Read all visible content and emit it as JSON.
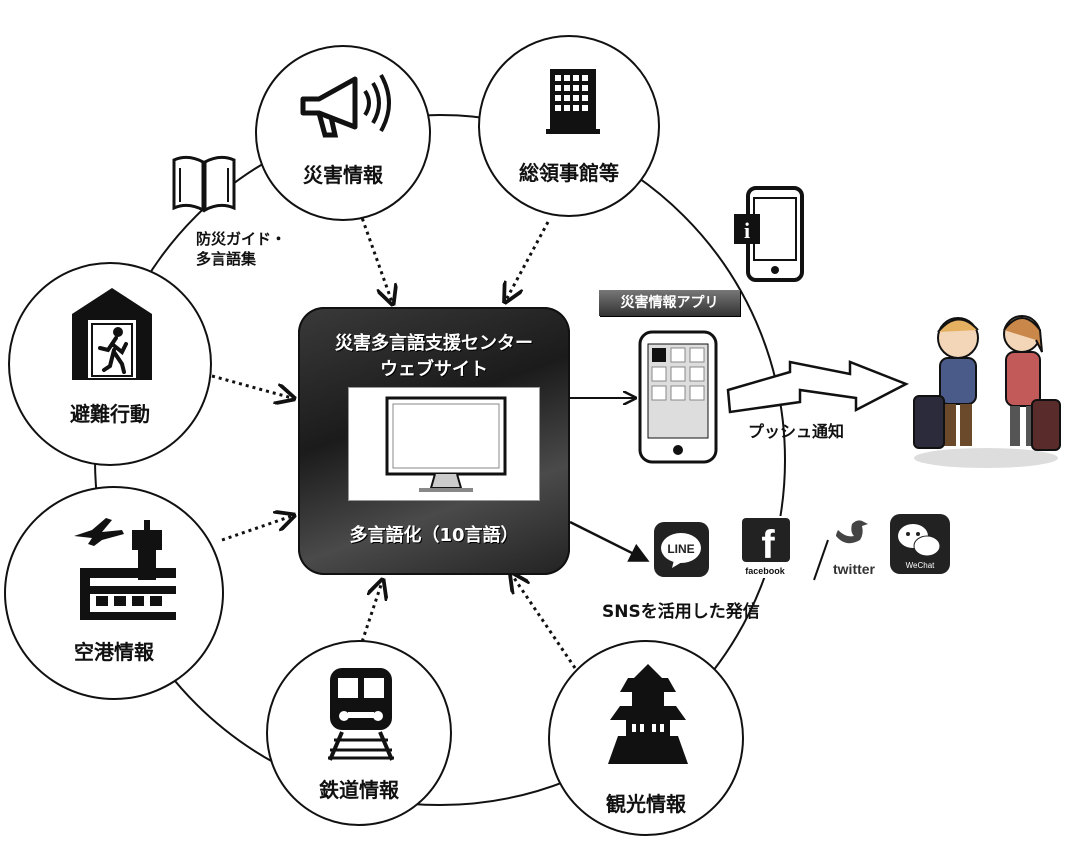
{
  "center": {
    "title_line1": "災害多言語支援センター",
    "title_line2": "ウェブサイト",
    "footer": "多言語化（10言語）"
  },
  "nodes": {
    "disaster_info": "災害情報",
    "consulates": "総領事館等",
    "evacuation": "避難行動",
    "airport_info": "空港情報",
    "railway_info": "鉄道情報",
    "tourism_info": "観光情報"
  },
  "guide": {
    "line1": "防災ガイド・",
    "line2": "多言語集"
  },
  "app": {
    "tag": "災害情報アプリ",
    "push": "プッシュ通知"
  },
  "sns": {
    "caption": "SNSを活用した発信",
    "line": "LINE",
    "facebook": "facebook",
    "twitter": "twitter",
    "wechat": "WeChat"
  },
  "colors": {
    "line_stroke": "#111111",
    "center_bg": "#2a2a2a"
  }
}
